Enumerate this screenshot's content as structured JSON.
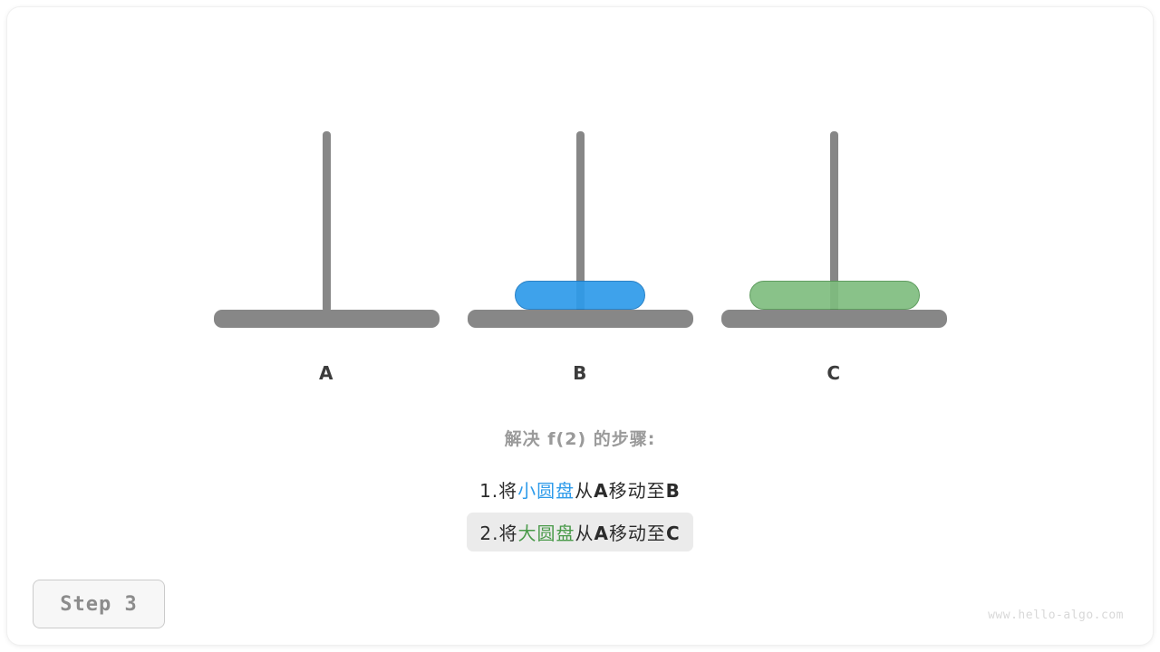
{
  "diagram": {
    "type": "tower-of-hanoi",
    "step_badge_label": "Step 3",
    "watermark": "www.hello-algo.com",
    "pegs": [
      {
        "id": "A",
        "label": "A",
        "discs": []
      },
      {
        "id": "B",
        "label": "B",
        "discs": [
          "small"
        ]
      },
      {
        "id": "C",
        "label": "C",
        "discs": [
          "large"
        ]
      }
    ],
    "discs": {
      "small": {
        "name": "小圆盘",
        "color": "#2e9bea",
        "border": "#1a78c2",
        "width": 144
      },
      "large": {
        "name": "大圆盘",
        "color": "#7fbd7f",
        "border": "#539553",
        "width": 188
      }
    }
  },
  "caption": {
    "title": "解决 f(2) 的步骤:",
    "steps": [
      {
        "index": "1.",
        "verb_before": "将",
        "disc": "小圆盘",
        "disc_color": "blue",
        "from_word": "从",
        "from_peg": "A",
        "move_word": "移动至",
        "to_peg": "B",
        "highlighted": false
      },
      {
        "index": "2.",
        "verb_before": "将",
        "disc": "大圆盘",
        "disc_color": "green",
        "from_word": "从",
        "from_peg": "A",
        "move_word": "移动至",
        "to_peg": "C",
        "highlighted": true
      }
    ]
  },
  "colors": {
    "rod": "#878787",
    "base": "#878787",
    "label": "#3c3c3c",
    "title": "#9a9a9a",
    "highlight_bg": "#ebebeb",
    "badge_bg": "#f7f7f7",
    "badge_border": "#cbcbcb",
    "watermark": "#d8d8d8"
  }
}
